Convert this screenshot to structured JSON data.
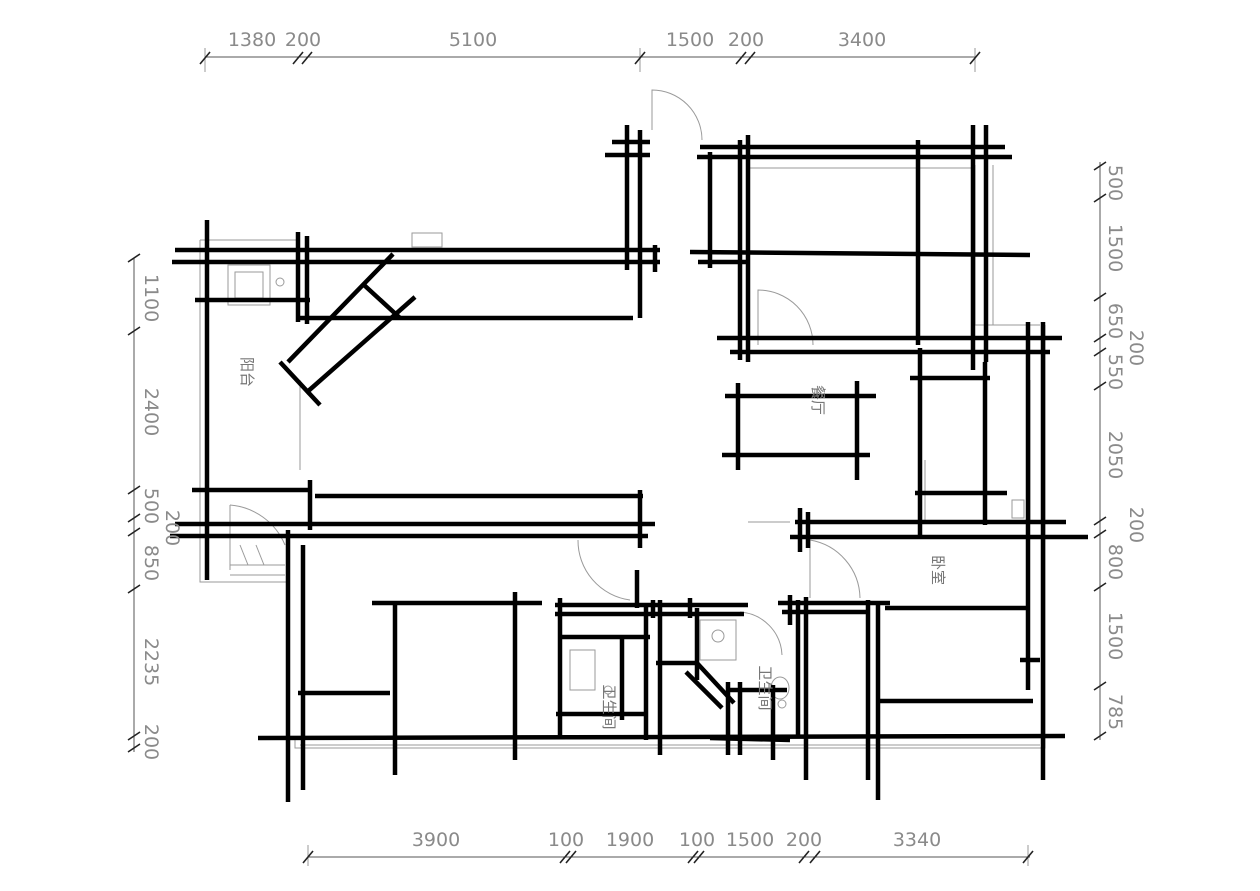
{
  "dimensions": {
    "top": [
      "1380",
      "200",
      "5100",
      "1500",
      "200",
      "3400"
    ],
    "bottom": [
      "3900",
      "100",
      "1900",
      "100",
      "1500",
      "200",
      "3340"
    ],
    "left": [
      "1100",
      "2400",
      "500",
      "200",
      "850",
      "2235",
      "200"
    ],
    "right": [
      "500",
      "1500",
      "650",
      "200",
      "550",
      "2050",
      "200",
      "800",
      "1500",
      "785"
    ]
  },
  "rooms": {
    "balcony": "阳台",
    "dining": "餐厅",
    "bedroom": "卧室",
    "bath1": "卫生间",
    "bath2": "卫生间"
  }
}
